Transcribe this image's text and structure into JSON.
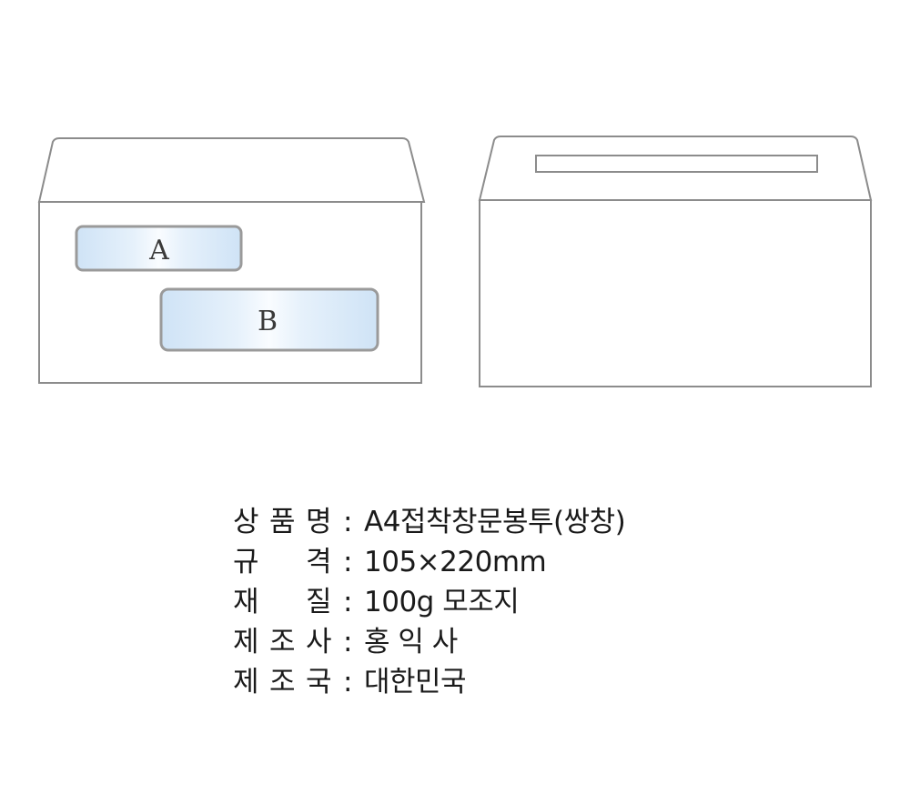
{
  "envelopes": {
    "front": {
      "window_a_label": "A",
      "window_b_label": "B"
    }
  },
  "colors": {
    "outline": "#8c8c8c",
    "window_border": "#9a9a9a",
    "window_tint": "#d3e6f7",
    "text": "#1a1a1a"
  },
  "specs": [
    {
      "label_chars": [
        "상",
        "품",
        "명"
      ],
      "colon": ":",
      "value": "A4접착창문봉투(쌍창)"
    },
    {
      "label_chars": [
        "규",
        "격"
      ],
      "colon": ":",
      "value": "105×220mm"
    },
    {
      "label_chars": [
        "재",
        "질"
      ],
      "colon": ":",
      "value": "100g 모조지"
    },
    {
      "label_chars": [
        "제",
        "조",
        "사"
      ],
      "colon": ":",
      "value": "홍 익 사"
    },
    {
      "label_chars": [
        "제",
        "조",
        "국"
      ],
      "colon": ":",
      "value": "대한민국"
    }
  ]
}
